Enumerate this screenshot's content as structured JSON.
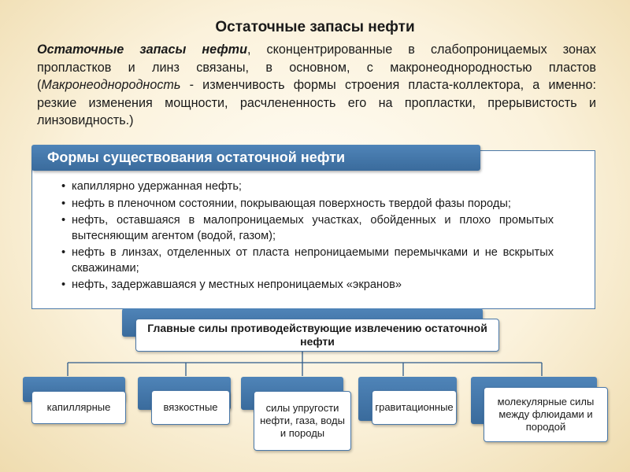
{
  "title": "Остаточные запасы нефти",
  "intro": {
    "term": "Остаточные запасы нефти",
    "part1": ", сконцентрированные в слабопроницаемых зонах пропластков и линз связаны, в основном, с макронеоднородностью пластов (",
    "term2": "Макронеоднородность",
    "part2": " - изменчивость формы строения пласта-коллектора, а именно: резкие изменения мощности, расчлененность его на пропластки, прерывистость и линзовидность.)"
  },
  "forms": {
    "header": "Формы существования остаточной нефти",
    "items": [
      "капиллярно удержанная нефть;",
      "нефть в пленочном состоянии, покрывающая поверхность твердой фазы породы;",
      "нефть, оставшаяся в малопроницаемых участках, обойденных и плохо промытых вытесняющим агентом (водой, газом);",
      "нефть в линзах, отделенных от пласта непроницаемыми перемычками и не вскрытых скважинами;",
      "нефть, задержавшаяся у местных непроницаемых «экранов»"
    ]
  },
  "forces": {
    "main": "Главные силы противодействующие извлечению остаточной нефти",
    "items": [
      "капиллярные",
      "вязкостные",
      "силы упругости нефти, газа, воды  и породы",
      "гравитационные",
      "молекулярные силы между флюидами и породой"
    ]
  }
}
